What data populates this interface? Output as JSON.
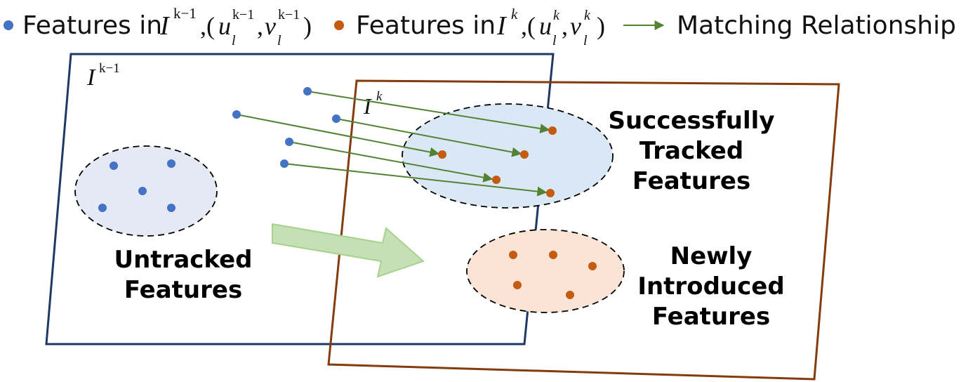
{
  "colors": {
    "prev_feature": "#4472c4",
    "curr_feature": "#c55a11",
    "matching_arrow": "#548235",
    "prev_frame_border": "#1f3864",
    "curr_frame_border": "#843c0c",
    "tracked_region_fill": "#dae8f6",
    "untracked_region_fill": "#e4e9f4",
    "new_region_fill": "#fbe4d5",
    "motion_arrow_fill": "#c5e0b4",
    "motion_arrow_stroke": "#a9d18e"
  },
  "legend": {
    "prev_label": "Features in",
    "curr_label": "Features in",
    "match_label": "Matching Relationship",
    "prev_math": {
      "base": "I",
      "sup": "k−1",
      "coord_u": "u",
      "coord_v": "v",
      "sub": "l"
    },
    "curr_math": {
      "base": "I",
      "sup": "k",
      "coord_u": "u",
      "coord_v": "v",
      "sub": "l"
    }
  },
  "frames": {
    "prev": {
      "base": "I",
      "sup": "k−1"
    },
    "curr": {
      "base": "I",
      "sup": "k"
    }
  },
  "regions": {
    "untracked": {
      "line1": "Untracked",
      "line2": "Features"
    },
    "tracked": {
      "line1": "Successfully",
      "line2": "Tracked",
      "line3": "Features"
    },
    "new": {
      "line1": "Newly",
      "line2": "Introduced",
      "line3": "Features"
    }
  },
  "icons": {
    "motion": "right-arrow-icon"
  }
}
